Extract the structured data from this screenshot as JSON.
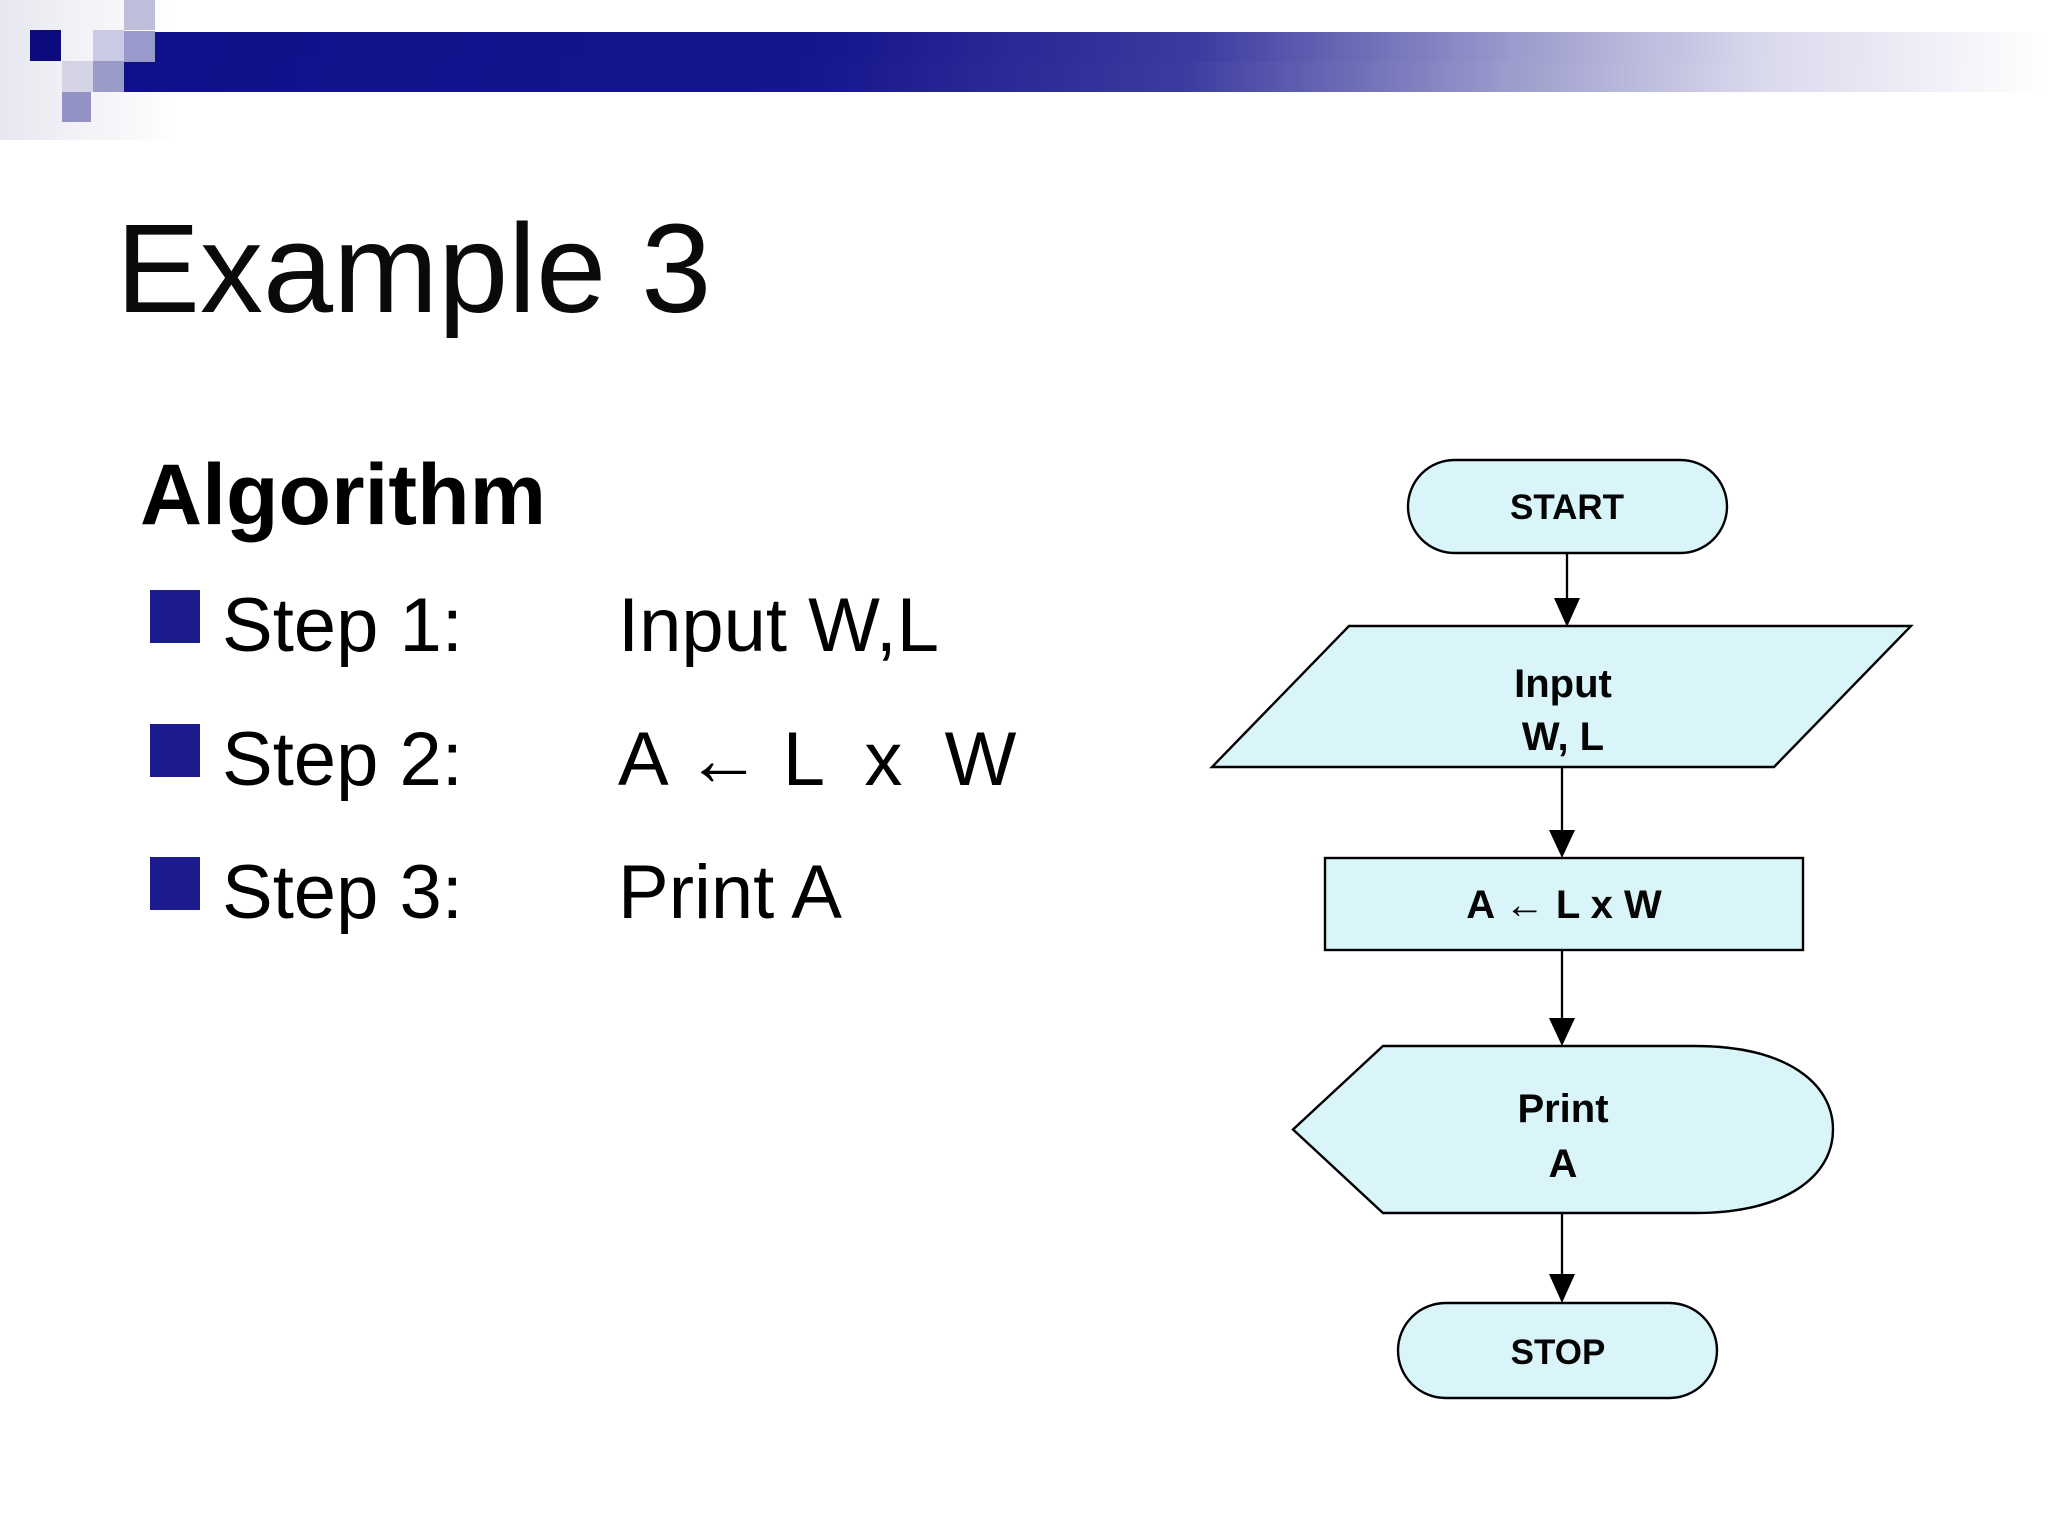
{
  "slide": {
    "title": "Example 3",
    "section_heading": "Algorithm",
    "steps": [
      {
        "label": "Step 1:",
        "value": "Input W,L"
      },
      {
        "label": "Step 2:",
        "value": "A ← L  x  W"
      },
      {
        "label": "Step 3:",
        "value": "Print A"
      }
    ]
  },
  "flowchart": {
    "nodes": [
      {
        "id": "start",
        "type": "terminator",
        "label": "START"
      },
      {
        "id": "input",
        "type": "io-parallelogram",
        "label": "Input W, L",
        "line1": "Input",
        "line2": "W, L"
      },
      {
        "id": "process",
        "type": "process-rectangle",
        "label": "A ← L x W"
      },
      {
        "id": "print",
        "type": "display-pointed",
        "label": "Print A",
        "line1": "Print",
        "line2": "A"
      },
      {
        "id": "stop",
        "type": "terminator",
        "label": "STOP"
      }
    ]
  },
  "colors": {
    "node_fill": "#d9f5f9",
    "node_border": "#000000",
    "header_navy": "#10108a",
    "bullet_navy": "#1c1c8e",
    "deco_lavender": "#9b9bca"
  }
}
